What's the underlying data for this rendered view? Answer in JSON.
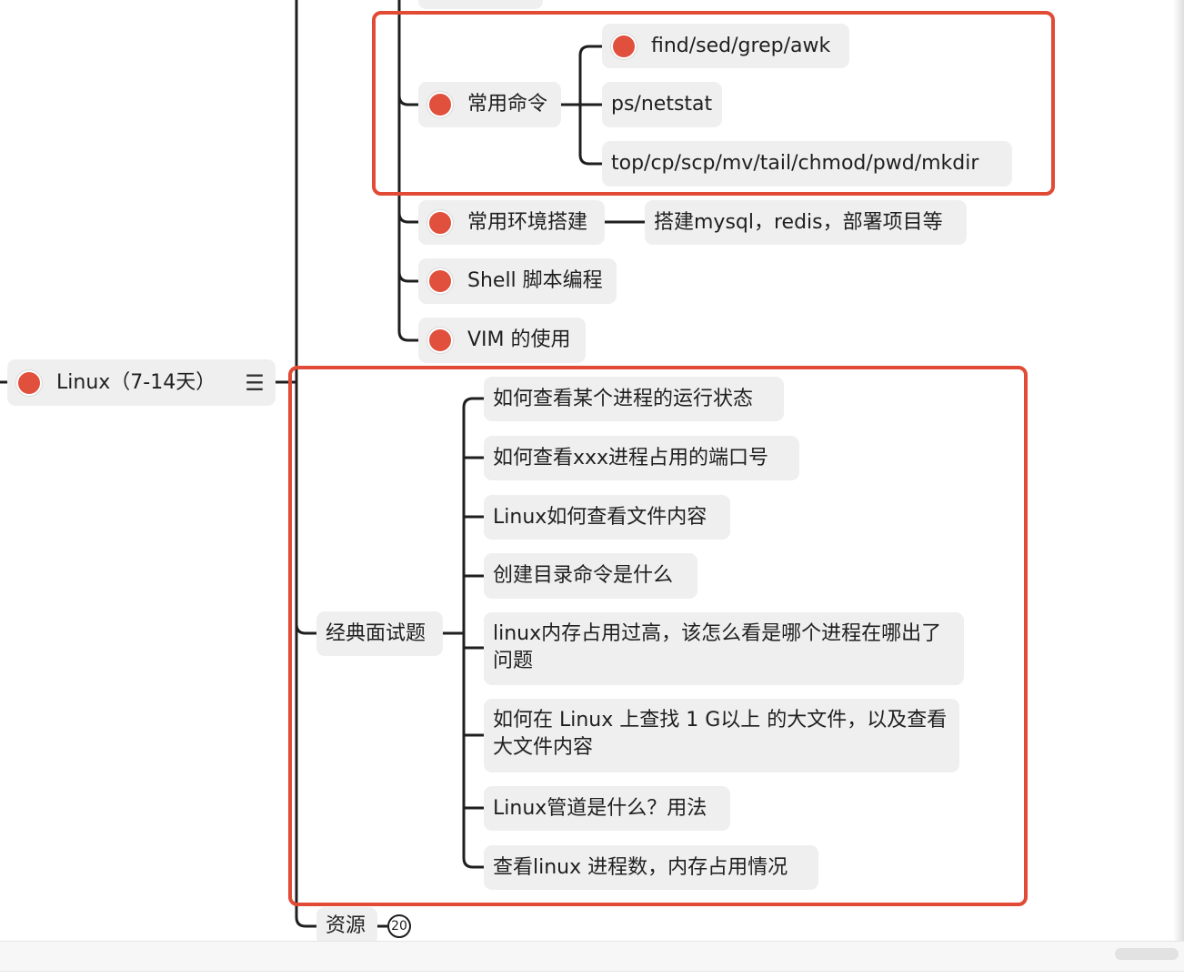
{
  "root": {
    "label": "Linux（7-14天）",
    "menu_glyph": "☰"
  },
  "commands": {
    "label": "常用命令",
    "children": [
      "find/sed/grep/awk",
      "ps/netstat",
      "top/cp/scp/mv/tail/chmod/pwd/mkdir"
    ]
  },
  "env_setup": {
    "label": "常用环境搭建",
    "child": "搭建mysql，redis，部署项目等"
  },
  "shell": {
    "label": "Shell 脚本编程"
  },
  "vim": {
    "label": "VIM 的使用"
  },
  "interview": {
    "label": "经典面试题",
    "questions": [
      "如何查看某个进程的运行状态",
      "如何查看xxx进程占用的端口号",
      "Linux如何查看文件内容",
      "创建目录命令是什么",
      "linux内存占用过高，该怎么看是哪个进程在哪出了问题",
      "如何在 Linux 上查找 1 G以上 的大文件，以及查看大文件内容",
      "Linux管道是什么？用法",
      "查看linux 进程数，内存占用情况"
    ]
  },
  "resources": {
    "label": "资源",
    "count": "20"
  },
  "colors": {
    "marker": "#e0503d",
    "highlight": "#e14a34",
    "node_bg": "#efefef",
    "line": "#1f1f1f"
  }
}
